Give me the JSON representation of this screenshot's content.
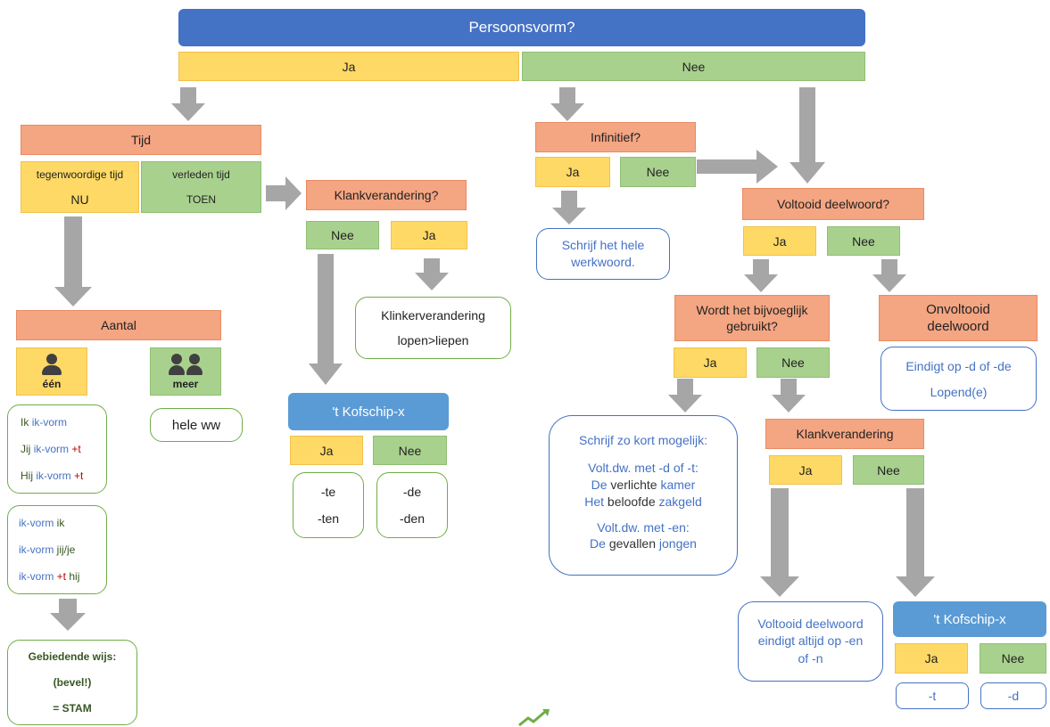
{
  "title": "Persoonsvorm?",
  "top_ja": "Ja",
  "top_nee": "Nee",
  "left": {
    "tijd": "Tijd",
    "tegenwoordige": "tegenwoordige tijd",
    "nu": "NU",
    "verleden": "verleden tijd",
    "toen": "TOEN",
    "aantal": "Aantal",
    "een": "één",
    "meer": "meer",
    "hele_ww": "hele ww",
    "forms1": [
      {
        "a": "Ik",
        "b": "ik-vorm",
        "c": ""
      },
      {
        "a": "Jij",
        "b": "ik-vorm",
        "c": "+t"
      },
      {
        "a": "Hij",
        "b": "ik-vorm",
        "c": "+t"
      }
    ],
    "forms2": [
      {
        "b": "ik-vorm",
        "c": "",
        "a": "ik"
      },
      {
        "b": "ik-vorm",
        "c": "",
        "a": "jij/je"
      },
      {
        "b": "ik-vorm",
        "c": "+t",
        "a": "hij"
      }
    ],
    "gebiedende_1": "Gebiedende wijs:",
    "gebiedende_2": "(bevel!)",
    "gebiedende_3": "= STAM"
  },
  "mid": {
    "klank": "Klankverandering?",
    "nee": "Nee",
    "ja": "Ja",
    "klinker_1": "Klinkerverandering",
    "klinker_2": "lopen>liepen",
    "kofschip": "'t Kofschip-x",
    "ks_ja": "Ja",
    "ks_nee": "Nee",
    "te": "-te",
    "ten": "-ten",
    "de": "-de",
    "den": "-den"
  },
  "inf": {
    "title": "Infinitief?",
    "ja": "Ja",
    "nee": "Nee",
    "schrijf": "Schrijf het hele werkwoord."
  },
  "right": {
    "voltooid": "Voltooid deelwoord?",
    "ja": "Ja",
    "nee": "Nee",
    "bijv": "Wordt het bijvoeglijk gebruikt?",
    "bijv_ja": "Ja",
    "bijv_nee": "Nee",
    "onvoltooid": "Onvoltooid deelwoord",
    "eindigt_1": "Eindigt op -d of -de",
    "eindigt_2": "Lopend(e)",
    "kort": {
      "title": "Schrijf zo kort mogelijk:",
      "l1": "Volt.dw. met -d of -t:",
      "l2a": "De ",
      "l2b": "verlichte",
      "l2c": " kamer",
      "l3a": "Het ",
      "l3b": "beloofde",
      "l3c": " zakgeld",
      "l4": "Volt.dw. met -en:",
      "l5a": "De ",
      "l5b": "gevallen",
      "l5c": " jongen"
    },
    "klank": "Klankverandering",
    "klank_ja": "Ja",
    "klank_nee": "Nee",
    "voltooid_en": "Voltooid deelwoord eindigt altijd op -en of -n",
    "kofschip": "'t Kofschip-x",
    "ks_ja": "Ja",
    "ks_nee": "Nee",
    "t": "-t",
    "d": "-d"
  },
  "colors": {
    "blue": "#4472c4",
    "light_blue": "#5b9bd5",
    "yellow": "#ffd965",
    "green": "#a9d18e",
    "salmon": "#f4a582",
    "arrow": "#a6a6a6",
    "red": "#c00000"
  }
}
